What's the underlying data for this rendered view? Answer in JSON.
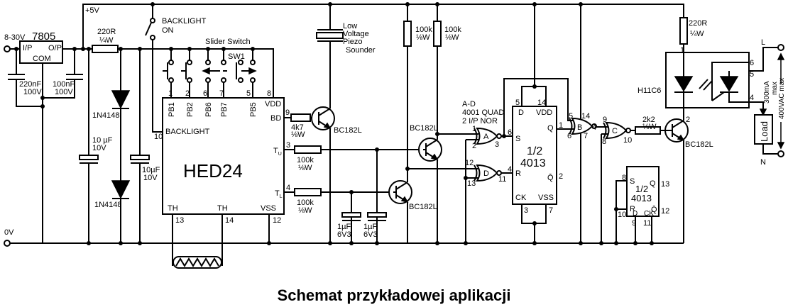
{
  "title": "Schemat przykładowej aplikacji",
  "power": {
    "input": "8-30V",
    "rail": "+5V",
    "ground": "0V"
  },
  "regulator": {
    "name": "7805",
    "in": "I/P",
    "out": "O/P",
    "com": "COM"
  },
  "caps": {
    "c1": [
      "220nF",
      "100V"
    ],
    "c2": [
      "100nF",
      "100V"
    ],
    "c3": [
      "10 µF",
      "10V"
    ],
    "c4": [
      "10µF",
      "10V"
    ],
    "c5": [
      "1µF",
      "6V3"
    ],
    "c6": [
      "1µF",
      "6V3"
    ]
  },
  "resistors": {
    "r1": [
      "220R",
      "¼W"
    ],
    "r2": [
      "4k7",
      "⅛W"
    ],
    "r3": [
      "100k",
      "⅛W"
    ],
    "r4": [
      "100k",
      "⅛W"
    ],
    "r5": [
      "100k",
      "⅛W"
    ],
    "r6": [
      "100k",
      "⅛W"
    ],
    "r7": [
      "2k2",
      "⅛W"
    ],
    "r8": [
      "220R",
      "¼W"
    ]
  },
  "diodes": {
    "d1": "1N4148",
    "d2": "1N4148"
  },
  "backlight_switch": [
    "BACKLIGHT",
    "ON"
  ],
  "slider": {
    "label": "Slider Switch",
    "name": "SW1"
  },
  "hed24": {
    "name": "HED24",
    "pb1": "PB1",
    "pb2": "PB2",
    "pb6": "PB6",
    "pb7": "PB7",
    "pb5": "PB5",
    "vdd": "VDD",
    "bd": "BD",
    "backlight": "BACKLIGHT",
    "tu": "T",
    "tu_sub": "U",
    "tl": "T",
    "tl_sub": "L",
    "th1": "TH",
    "th2": "TH",
    "vss": "VSS",
    "pins": {
      "p1": "1",
      "p2": "2",
      "p6": "6",
      "p7": "7",
      "p5": "5",
      "p8": "8",
      "p10": "10",
      "p9": "9",
      "p3": "3",
      "p4": "4",
      "p13": "13",
      "p14": "14",
      "p12": "12"
    }
  },
  "piezo": [
    "Low",
    "Voltage",
    "Piezo",
    "Sounder"
  ],
  "transistor": "BC182L",
  "nor": {
    "lines": [
      "A-D",
      "4001 QUAD",
      "2 I/P NOR"
    ],
    "a": "A",
    "b": "B",
    "c": "C",
    "d": "D",
    "pins": {
      "a1": "1",
      "a2": "2",
      "a3": "3",
      "d12": "12",
      "d13": "13",
      "d11": "11",
      "b5": "5",
      "b14": "14",
      "b6": "6",
      "b7": "7",
      "b4": "4",
      "c9": "9",
      "c8": "8",
      "c10": "10"
    }
  },
  "ff1": {
    "half": "1/2",
    "name": "4013",
    "d": "D",
    "vdd": "VDD",
    "s": "S",
    "q": "Q",
    "r": "R",
    "qn": "Q̄",
    "ck": "CK",
    "vss": "VSS",
    "pins": {
      "p5": "5",
      "p14": "14",
      "p6": "6",
      "p1": "1",
      "p4": "4",
      "p2": "2",
      "p3": "3",
      "p7": "7"
    }
  },
  "ff2": {
    "half": "1/2",
    "name": "4013",
    "s": "S",
    "q": "Q",
    "r": "R",
    "qn": "Q̄",
    "d": "D",
    "ck": "CK",
    "pins": {
      "p8": "8",
      "p13": "13",
      "p10": "10",
      "p12": "12",
      "p9": "9",
      "p11": "11"
    }
  },
  "opto": {
    "name": "H11C6",
    "pins": {
      "p1": "1",
      "p2": "2",
      "p6": "6",
      "p5": "5",
      "p4": "4"
    }
  },
  "load": {
    "name": "Load",
    "l": "L",
    "n": "N",
    "current": [
      "300mA",
      "max"
    ],
    "voltage": "400VAC max"
  }
}
